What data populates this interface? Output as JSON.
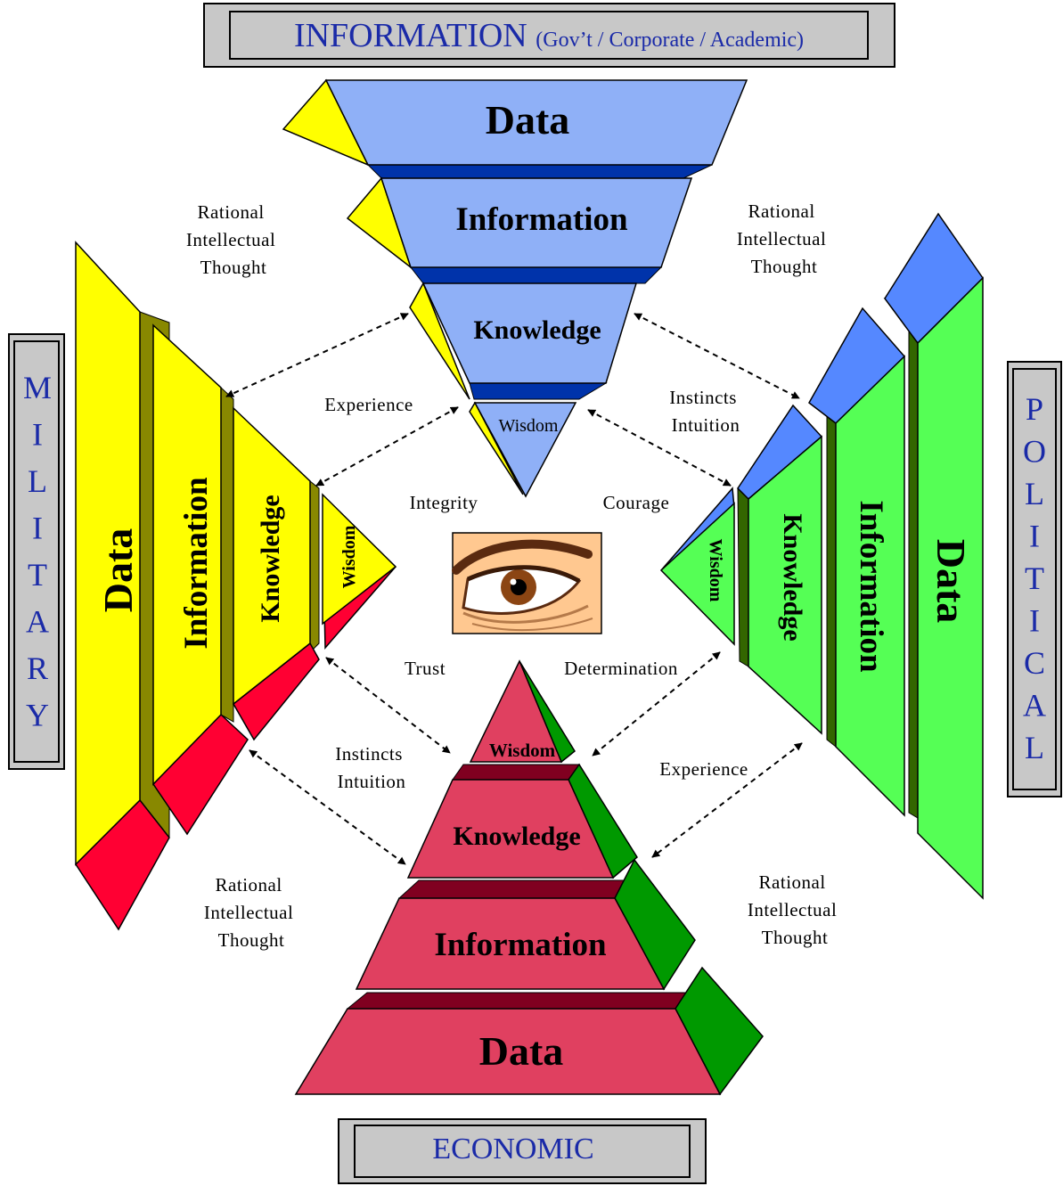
{
  "titles": {
    "top_main": "INFORMATION",
    "top_sub": "(Gov’t / Corporate / Academic)",
    "left": "MILITARY",
    "right": "POLITICAL",
    "bottom": "ECONOMIC"
  },
  "pyramids": {
    "top": [
      "Data",
      "Information",
      "Knowledge",
      "Wisdom"
    ],
    "left": [
      "Data",
      "Information",
      "Knowledge",
      "Wisdom"
    ],
    "right": [
      "Data",
      "Information",
      "Knowledge",
      "Wisdom"
    ],
    "bottom": [
      "Data",
      "Information",
      "Knowledge",
      "Wisdom"
    ]
  },
  "captions": {
    "rational_top_left": [
      "Rational",
      "Intellectual",
      "Thought"
    ],
    "rational_top_right": [
      "Rational",
      "Intellectual",
      "Thought"
    ],
    "rational_bottom_left": [
      "Rational",
      "Intellectual",
      "Thought"
    ],
    "rational_bottom_right": [
      "Rational",
      "Intellectual",
      "Thought"
    ],
    "experience_top": "Experience",
    "experience_bottom": "Experience",
    "instincts_top": [
      "Instincts",
      "Intuition"
    ],
    "instincts_bottom": [
      "Instincts",
      "Intuition"
    ],
    "integrity": "Integrity",
    "courage": "Courage",
    "trust": "Trust",
    "determination": "Determination"
  },
  "colors": {
    "title_text": "#1a2aa8",
    "top_face": "#8fb0f7",
    "top_side": "#ffff00",
    "top_base": "#0033aa",
    "left_face": "#ffff00",
    "left_side": "#ff0033",
    "left_base": "#888800",
    "right_face": "#55ff55",
    "right_side": "#5588ff",
    "right_base": "#336600",
    "bottom_face": "#e04060",
    "bottom_side": "#009900",
    "bottom_base": "#800020"
  }
}
